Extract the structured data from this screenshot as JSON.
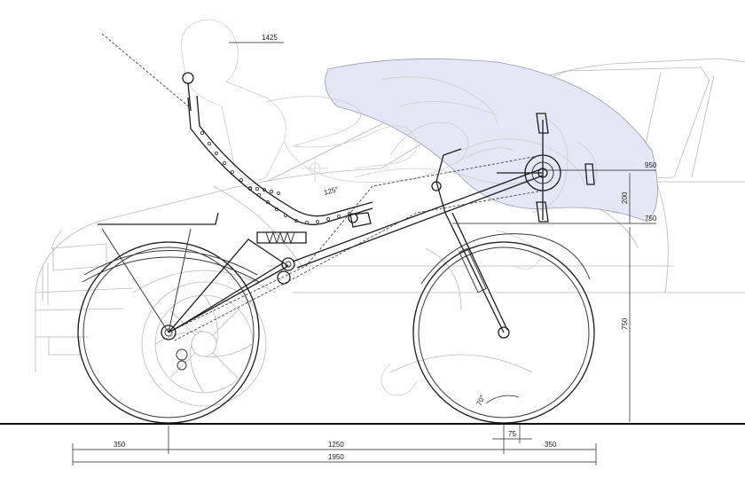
{
  "dimensions": {
    "rider_top": "1425",
    "seat_angle": "125°",
    "bb_height": "950",
    "dim_200": "200",
    "dim_750_top": "750",
    "dim_750_vertical": "750",
    "fork_angle": "70°",
    "trail": "75",
    "rear_overhang": "350",
    "wheelbase": "1250",
    "front_overhang": "350",
    "overall_length": "1950"
  },
  "colors": {
    "line": "#1c1c1c",
    "faint": "#b9b9b9",
    "fairing": "#e6e6f4"
  }
}
